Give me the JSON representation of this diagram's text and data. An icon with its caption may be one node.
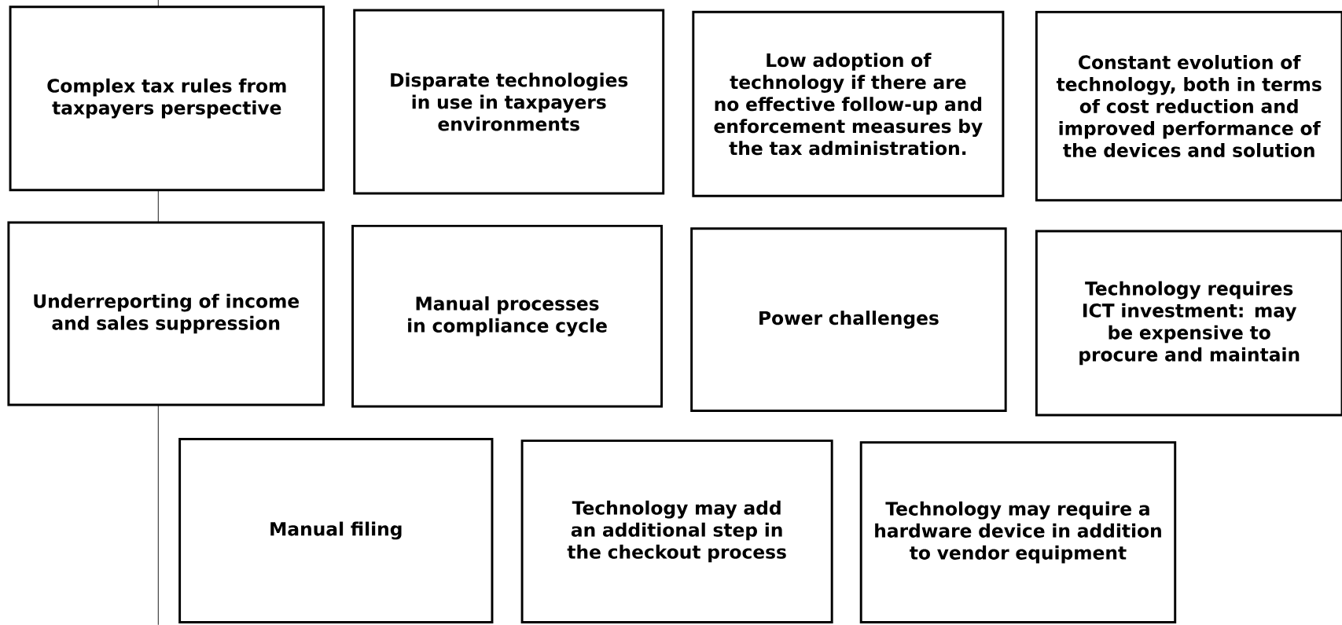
{
  "diagram": {
    "nodes": [
      {
        "text": [
          "Complex tax rules from taxpayers perspective"
        ]
      },
      {
        "text": [
          "Disparate technologies in use in taxpayers environments"
        ]
      },
      {
        "text": [
          "Low adoption of technology if there are no effective follow-up and enforcement measures by the tax administration."
        ]
      },
      {
        "text": [
          "Constant evolution of technology, both in terms of cost reduction and improved performance of the devices and solution"
        ]
      },
      {
        "text": [
          "Underreporting of income and sales suppression"
        ]
      },
      {
        "text": [
          "Manual processes in compliance cycle"
        ]
      },
      {
        "text": [
          "Power challenges"
        ]
      },
      {
        "text": [
          "Technology requires ICT investment: may be expensive to procure and maintain"
        ]
      },
      {
        "text": [
          "Manual filing"
        ]
      },
      {
        "text": [
          "Technology may add an additional step in the checkout process"
        ]
      },
      {
        "text": [
          "Technology may require a hardware device in addition to vendor equipment"
        ]
      }
    ]
  }
}
